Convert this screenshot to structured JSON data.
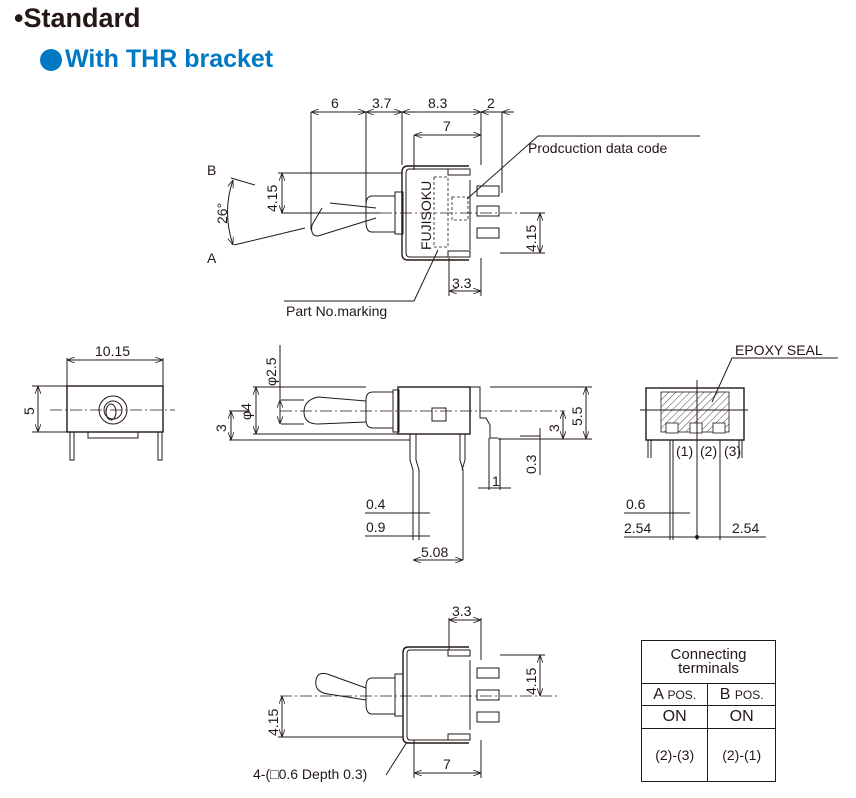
{
  "header": {
    "title": "•Standard",
    "subtitle": "With THR bracket",
    "accent_color": "#0079c2"
  },
  "top_view": {
    "dims": {
      "d6": "6",
      "d3_7": "3.7",
      "d8_3": "8.3",
      "d2": "2",
      "d7": "7",
      "d4_15_left": "4.15",
      "angle": "26°",
      "d4_15_right": "4.15",
      "d3_3": "3.3"
    },
    "positions": {
      "b": "B",
      "a": "A"
    },
    "labels": {
      "date_code": "Prodcuction data code",
      "part_no": "Part No.marking"
    },
    "marking": "FUJISOKU"
  },
  "front_view": {
    "dims": {
      "width": "10.15",
      "height": "5"
    }
  },
  "side_view": {
    "dims": {
      "phi2_5": "φ2.5",
      "phi4": "φ4",
      "d3_left": "3",
      "d5_5": "5.5",
      "d3_right": "3",
      "d0_3": "0.3",
      "d1": "1",
      "d0_4": "0.4",
      "d0_9": "0.9",
      "d5_08": "5.08"
    }
  },
  "rear_view": {
    "label": "EPOXY SEAL",
    "terminals": [
      "(1)",
      "(2)",
      "(3)"
    ],
    "dims": {
      "d0_6": "0.6",
      "d2_54_left": "2.54",
      "d2_54_right": "2.54"
    }
  },
  "bottom_view": {
    "dims": {
      "d3_3": "3.3",
      "d4_15_right": "4.15",
      "d4_15_left": "4.15",
      "d7": "7"
    },
    "hole_note": "4-(□0.6 Depth 0.3)"
  },
  "table": {
    "title": "Connecting terminals",
    "col_a": "A",
    "col_a_pos": "POS.",
    "col_b": "B",
    "col_b_pos": "POS.",
    "row_state": [
      "ON",
      "ON"
    ],
    "row_terminals": [
      "(2)-(3)",
      "(2)-(1)"
    ]
  }
}
